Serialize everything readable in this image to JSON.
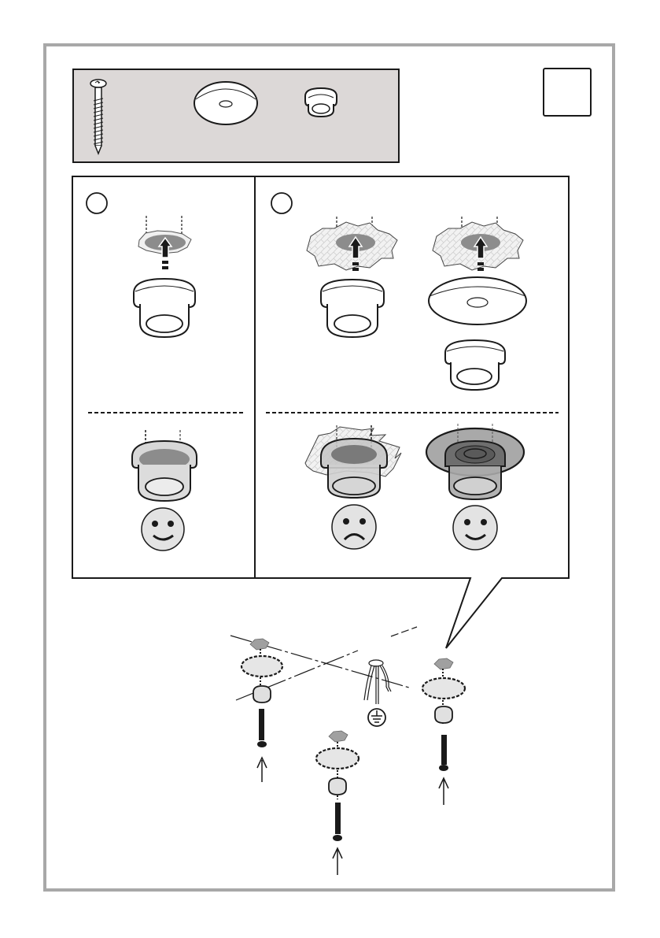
{
  "document": {
    "type": "assembly-instruction",
    "step_number": "",
    "colors": {
      "frame": "#a8a8a8",
      "parts_background": "#dcd8d7",
      "ink": "#1a1a1a",
      "tile_fill": "#bdbdbd",
      "plug_fill": "#8a8a8a",
      "face_fill": "#e3e3e3",
      "ghost_fill": "#e6e6e6"
    }
  },
  "parts": [
    {
      "name": "screw",
      "icon": "screw-icon"
    },
    {
      "name": "washer-disc",
      "icon": "washer-icon"
    },
    {
      "name": "bushing",
      "icon": "bushing-icon"
    }
  ],
  "panels": [
    {
      "id": "A",
      "marker": "",
      "top_row": [
        {
          "items": [
            "ceiling-hole",
            "arrow-up",
            "bushing"
          ]
        }
      ],
      "bottom_row": [
        {
          "result": "bushing-in-hole",
          "verdict": "happy"
        }
      ]
    },
    {
      "id": "B",
      "marker": "",
      "top_row": [
        {
          "items": [
            "broken-ceiling-hole",
            "arrow-up",
            "bushing"
          ]
        },
        {
          "items": [
            "broken-ceiling-hole",
            "arrow-up",
            "washer-disc",
            "bushing"
          ]
        }
      ],
      "bottom_row": [
        {
          "result": "bushing-in-broken-hole",
          "verdict": "sad"
        },
        {
          "result": "washer-and-bushing-in-broken-hole",
          "verdict": "happy"
        }
      ]
    }
  ],
  "overview": {
    "fixing_points": 3,
    "symbol": "protective-earth-ground",
    "stack": [
      "ceiling-hole",
      "washer-disc",
      "bushing",
      "screw",
      "arrow-up"
    ]
  }
}
